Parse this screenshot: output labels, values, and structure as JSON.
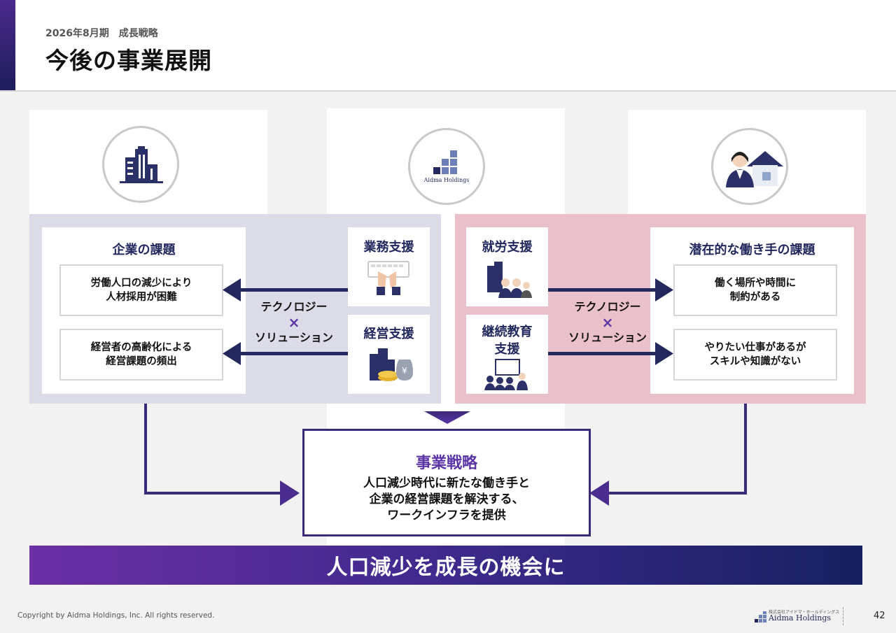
{
  "header": {
    "subtitle": "2026年8月期　成長戦略",
    "title": "今後の事業展開"
  },
  "logo_center": {
    "text": "Aidma Holdings"
  },
  "left": {
    "title": "企業の課題",
    "issues": [
      "労働人口の減少により\n人材採用が困難",
      "経営者の高齢化による\n経営課題の頻出"
    ]
  },
  "left_services": [
    "業務支援",
    "経営支援"
  ],
  "right_services": [
    "就労支援",
    "継続教育\n支援"
  ],
  "right": {
    "title": "潜在的な働き手の課題",
    "issues": [
      "働く場所や時間に\n制約がある",
      "やりたい仕事があるが\nスキルや知識がない"
    ]
  },
  "tech_solution": {
    "line1": "テクノロジー",
    "x": "×",
    "line2": "ソリューション"
  },
  "strategy": {
    "title": "事業戦略",
    "body": "人口減少時代に新たな働き手と\n企業の経営課題を解決する、\nワークインフラを提供"
  },
  "banner": "人口減少を成長の機会に",
  "footer": {
    "copyright": "Copyright by Aidma Holdings, Inc. All rights reserved.",
    "logo_small": "株式会社アイドマ・ホールディングス",
    "logo": "Aidma Holdings",
    "page": "42"
  },
  "colors": {
    "navy": "#23285e",
    "purple": "#5b35a6",
    "left_bg": "#dcdce9",
    "right_bg": "#eac1cb"
  }
}
